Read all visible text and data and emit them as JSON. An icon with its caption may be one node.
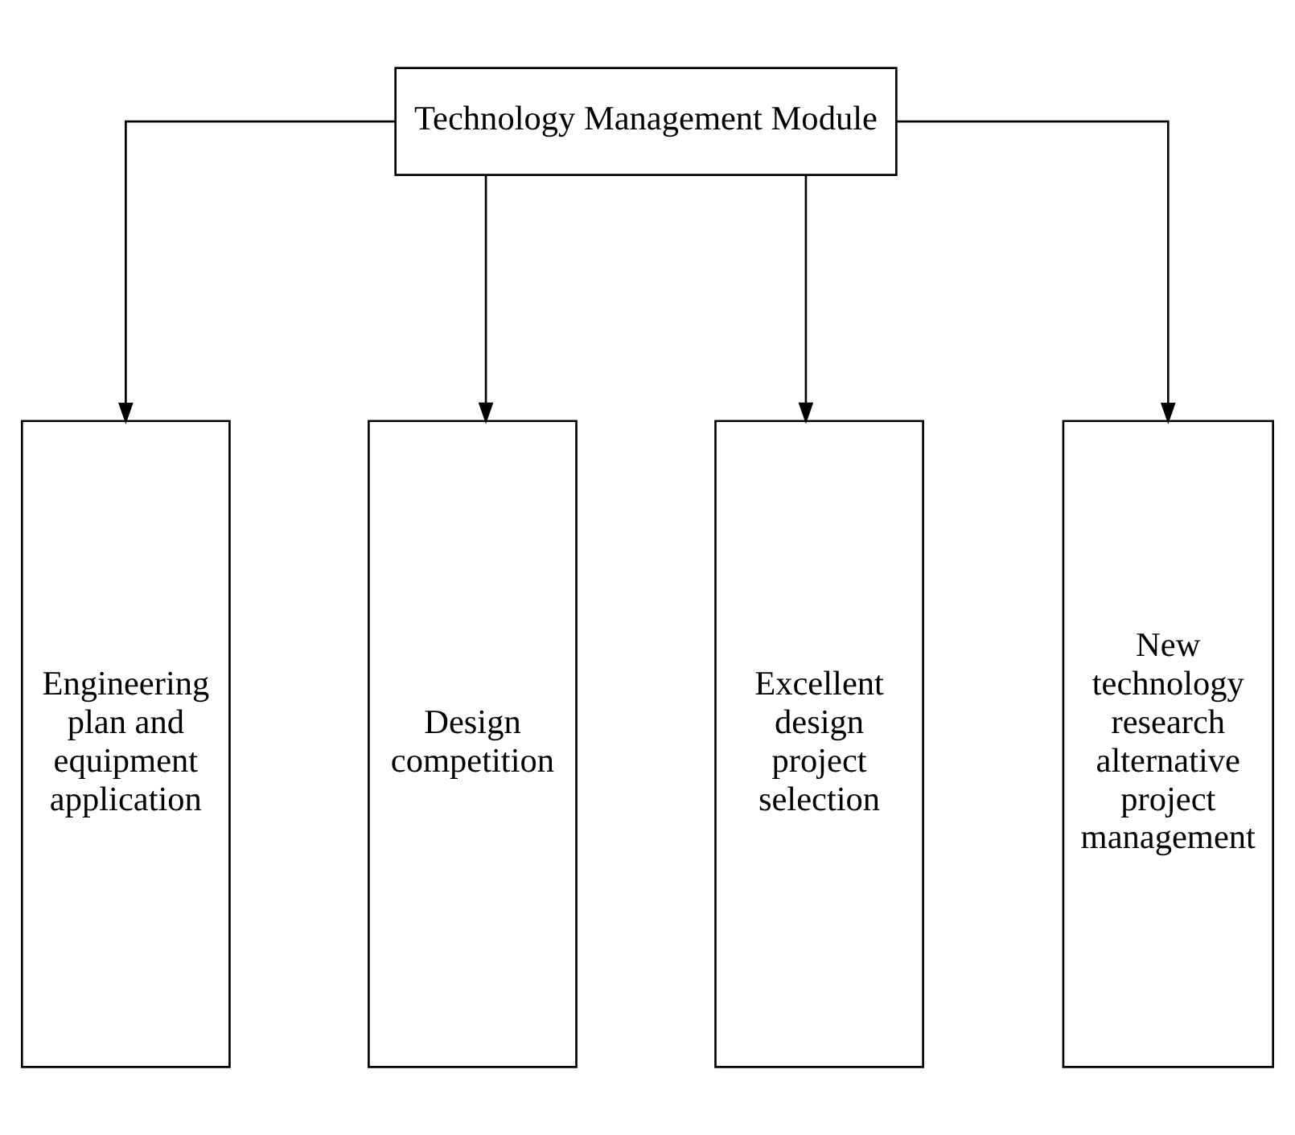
{
  "diagram": {
    "nodes": [
      {
        "text": [
          "Technology Management Module"
        ]
      },
      {
        "text": [
          "Engineering plan and equipment application"
        ]
      },
      {
        "text": [
          "Design competition"
        ]
      },
      {
        "text": [
          "Excellent design project selection"
        ]
      },
      {
        "text": [
          "New technology research alternative project management"
        ]
      }
    ],
    "edges": [
      {
        "from": 0,
        "to": 1,
        "arrow": "to"
      },
      {
        "from": 0,
        "to": 2,
        "arrow": "to"
      },
      {
        "from": 0,
        "to": 3,
        "arrow": "to"
      },
      {
        "from": 0,
        "to": 4,
        "arrow": "to"
      }
    ]
  }
}
